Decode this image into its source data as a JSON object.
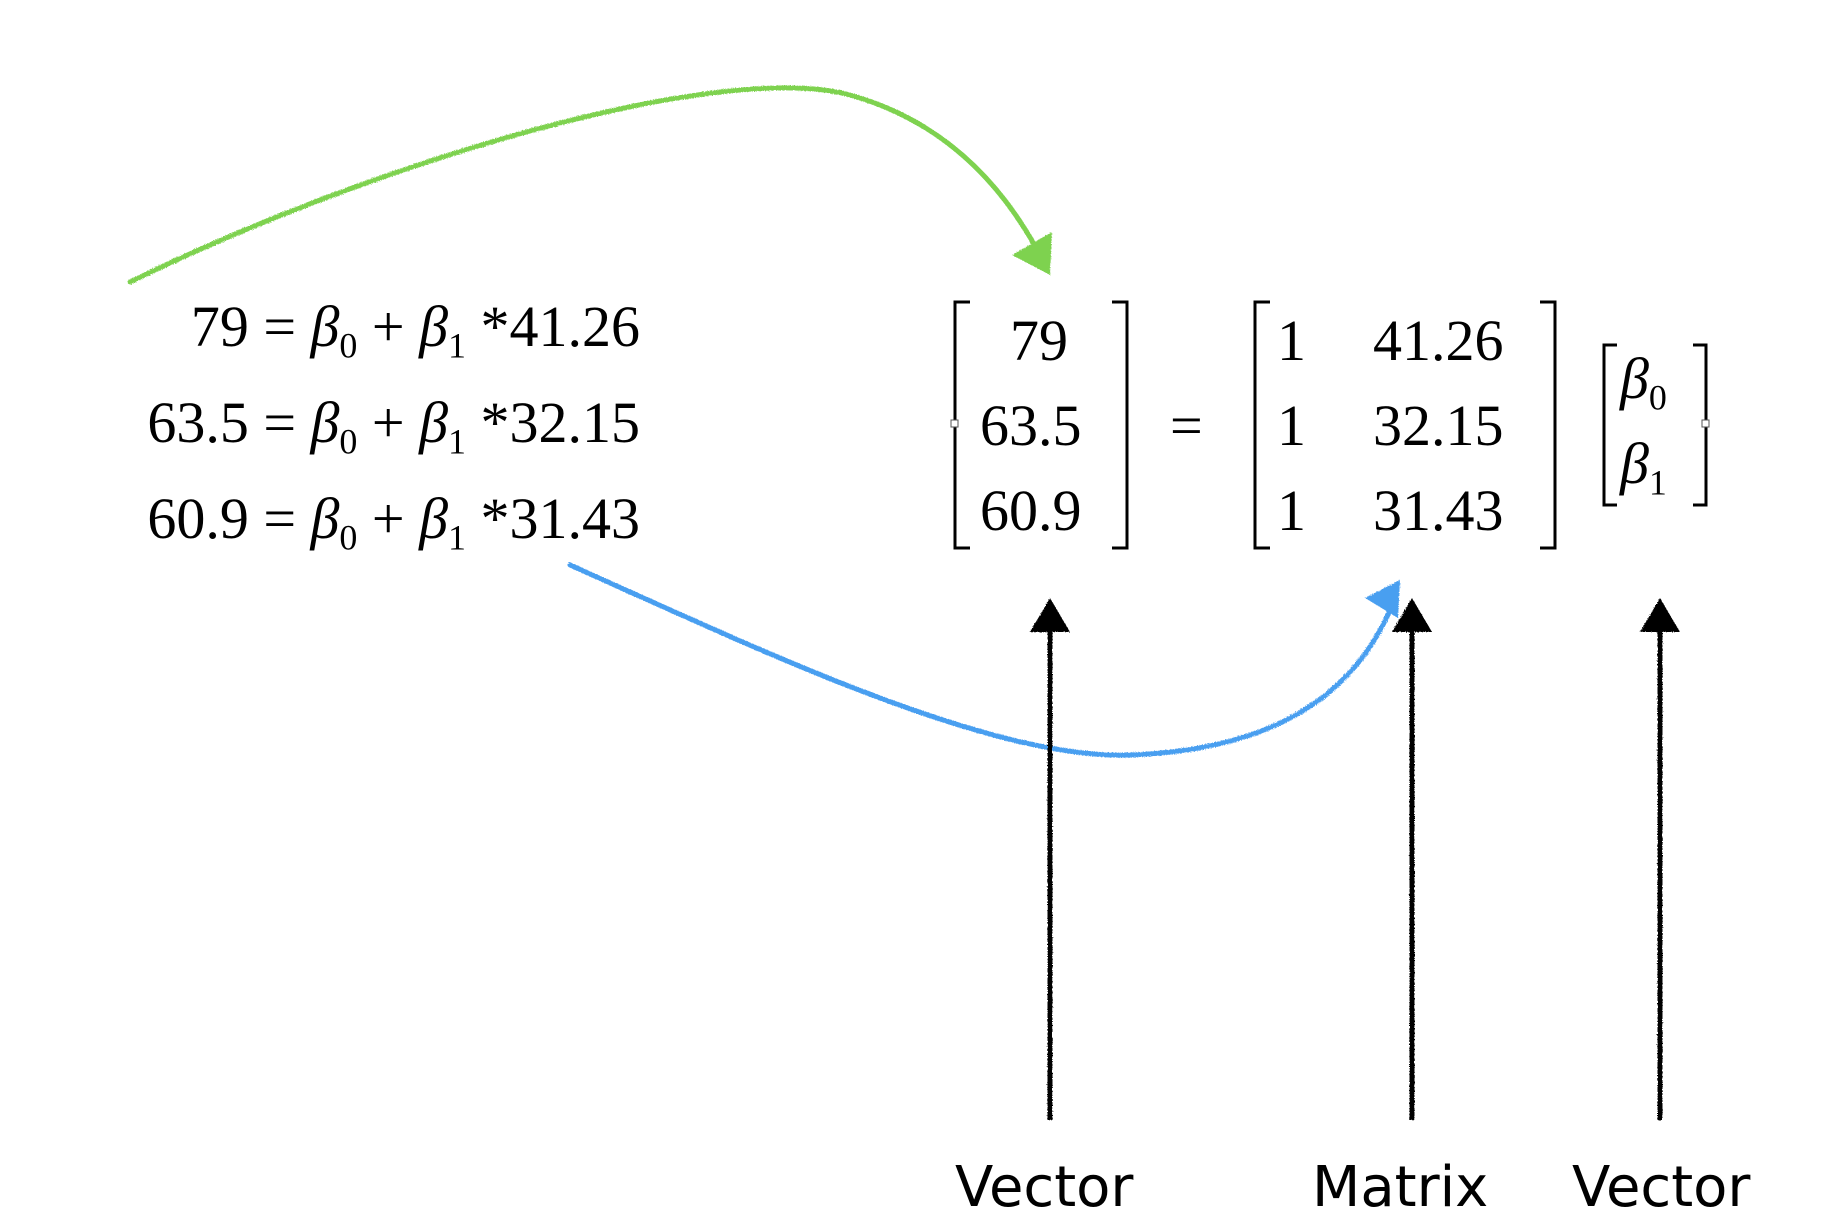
{
  "equations": [
    {
      "lhs": "79",
      "beta0": "β",
      "sub0": "0",
      "plus": "+",
      "beta1": "β",
      "sub1": "1",
      "times": "*",
      "x": "41.26",
      "eq": "="
    },
    {
      "lhs": "63.5",
      "beta0": "β",
      "sub0": "0",
      "plus": "+",
      "beta1": "β",
      "sub1": "1",
      "times": "*",
      "x": "32.15",
      "eq": "="
    },
    {
      "lhs": "60.9",
      "beta0": "β",
      "sub0": "0",
      "plus": "+",
      "beta1": "β",
      "sub1": "1",
      "times": "*",
      "x": "31.43",
      "eq": "="
    }
  ],
  "matrix_form": {
    "y_vector": [
      "79",
      "63.5",
      "60.9"
    ],
    "equals": "=",
    "design_matrix": [
      [
        "1",
        "41.26"
      ],
      [
        "1",
        "32.15"
      ],
      [
        "1",
        "31.43"
      ]
    ],
    "beta_vector": [
      {
        "sym": "β",
        "sub": "0"
      },
      {
        "sym": "β",
        "sub": "1"
      }
    ]
  },
  "labels": {
    "left": "Vector",
    "middle": "Matrix",
    "right": "Vector"
  },
  "colors": {
    "green_arrow": "#7ed24f",
    "blue_arrow": "#4a9ff0",
    "black_arrow": "#000000"
  }
}
